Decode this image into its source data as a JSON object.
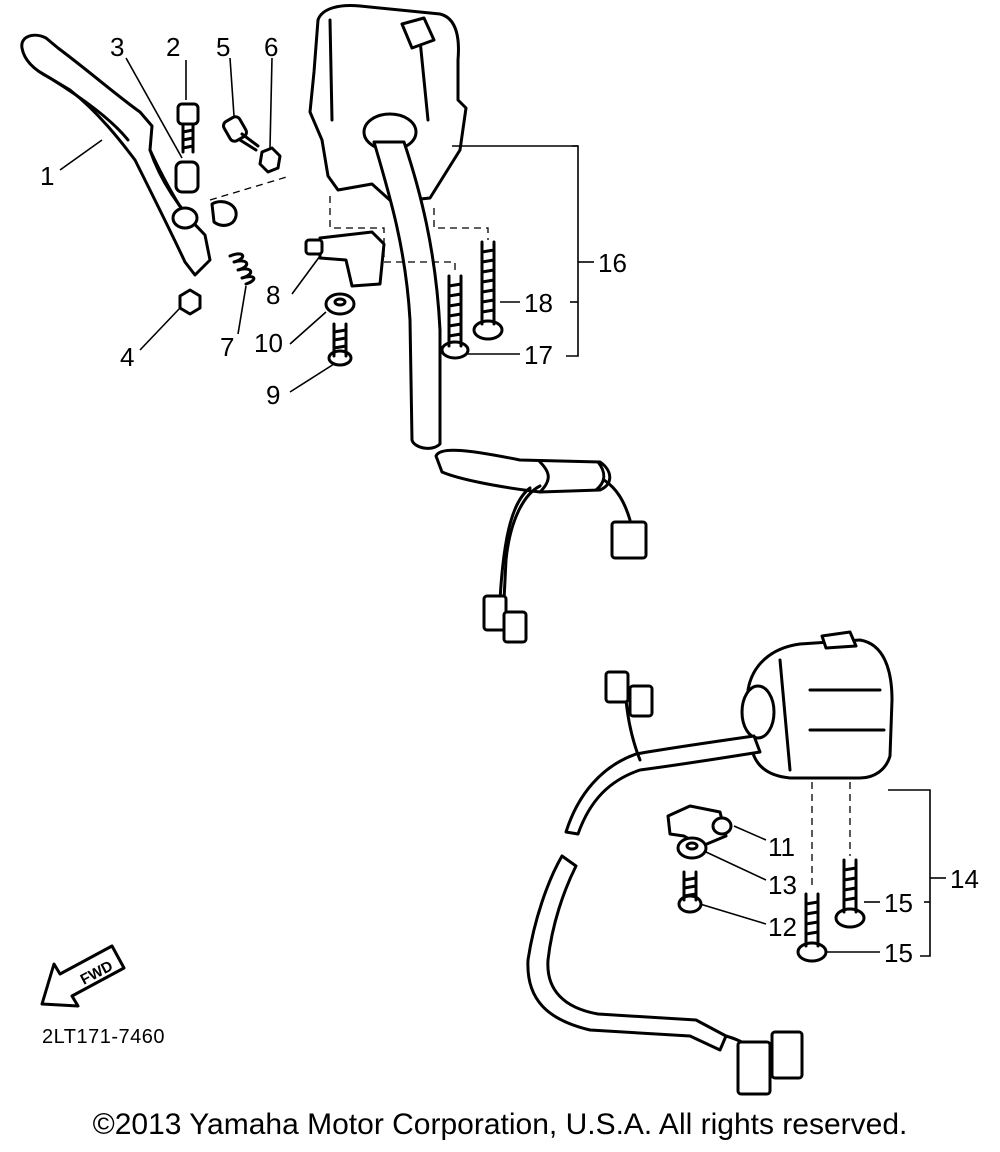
{
  "diagram": {
    "code": "2LT171-7460",
    "copyright": "©2013 Yamaha Motor Corporation, U.S.A. All rights reserved.",
    "fwd_label": "FWD",
    "callouts": {
      "c1": "1",
      "c2": "2",
      "c3": "3",
      "c4": "4",
      "c5": "5",
      "c6": "6",
      "c7": "7",
      "c8": "8",
      "c9": "9",
      "c10": "10",
      "c11": "11",
      "c12": "12",
      "c13": "13",
      "c14": "14",
      "c15a": "15",
      "c15b": "15",
      "c16": "16",
      "c17": "17",
      "c18": "18"
    }
  }
}
